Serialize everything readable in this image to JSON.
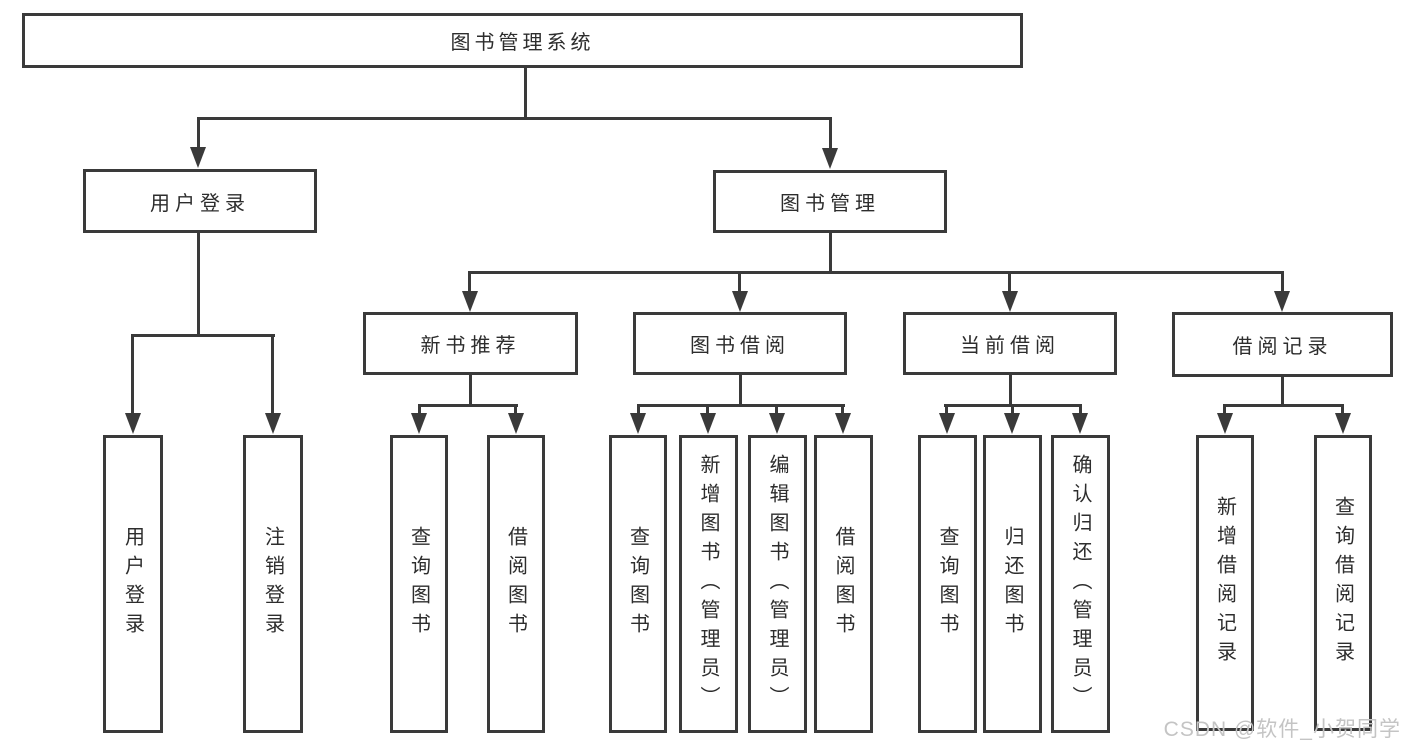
{
  "diagram": {
    "root": {
      "label": "图书管理系统"
    },
    "user_login": {
      "label": "用户登录",
      "children": [
        {
          "label": "用户登录"
        },
        {
          "label": "注销登录"
        }
      ]
    },
    "book_mgmt": {
      "label": "图书管理",
      "modules": [
        {
          "label": "新书推荐",
          "children": [
            {
              "label": "查询图书"
            },
            {
              "label": "借阅图书"
            }
          ]
        },
        {
          "label": "图书借阅",
          "children": [
            {
              "label": "查询图书"
            },
            {
              "label": "新增图书（管理员）"
            },
            {
              "label": "编辑图书（管理员）"
            },
            {
              "label": "借阅图书"
            }
          ]
        },
        {
          "label": "当前借阅",
          "children": [
            {
              "label": "查询图书"
            },
            {
              "label": "归还图书"
            },
            {
              "label": "确认归还（管理员）"
            }
          ]
        },
        {
          "label": "借阅记录",
          "children": [
            {
              "label": "新增借阅记录"
            },
            {
              "label": "查询借阅记录"
            }
          ]
        }
      ]
    }
  },
  "watermark": {
    "text": "CSDN @软件_小贺同学"
  },
  "colors": {
    "line": "#3a3a3a",
    "text": "#2d2d2d",
    "watermark": "#c4c4c4",
    "background": "#ffffff"
  }
}
